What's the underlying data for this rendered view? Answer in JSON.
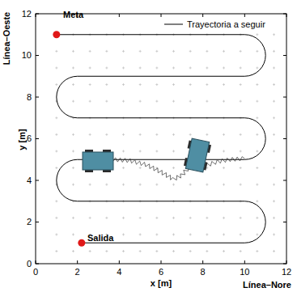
{
  "diagram": {
    "labels": [
      "Meta",
      "Salida",
      "Línea–Oeste",
      "y [m]",
      "x [m]",
      "Línea–Nore",
      "0",
      "2",
      "4",
      "6",
      "8",
      "10",
      "12",
      "0",
      "2",
      "4",
      "6",
      "8",
      "10",
      "12"
    ],
    "legend": [
      {
        "text": "Trayectoria a seguir"
      }
    ]
  }
}
